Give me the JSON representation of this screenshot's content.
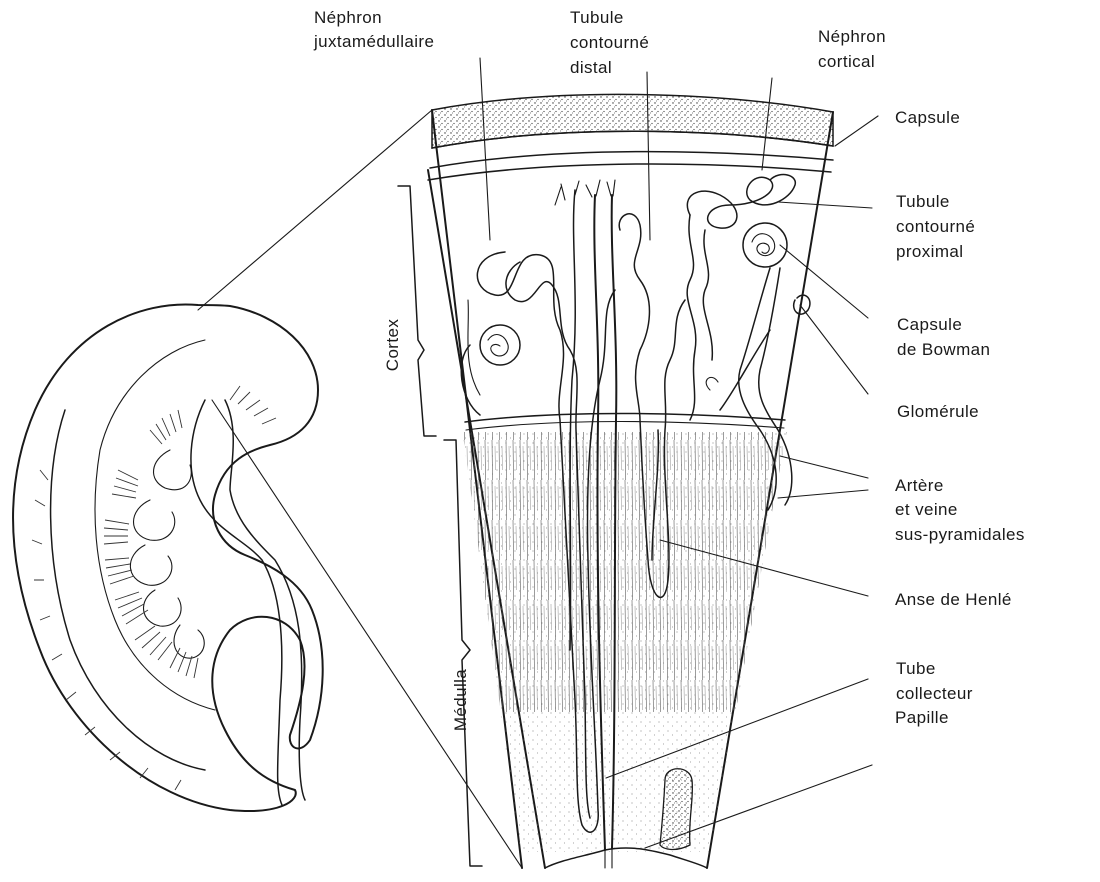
{
  "labels": {
    "nephron_juxta": [
      "Néphron",
      "juxtamédullaire"
    ],
    "tubule_distal": [
      "Tubule",
      "contourné",
      "distal"
    ],
    "nephron_cortical": [
      "Néphron",
      "cortical"
    ],
    "capsule": "Capsule",
    "tubule_proximal": [
      "Tubule",
      "contourné",
      "proximal"
    ],
    "capsule_bowman": [
      "Capsule",
      "de Bowman"
    ],
    "glomerule": "Glomérule",
    "artere_veine": [
      "Artère",
      "et veine",
      "sus-pyramidales"
    ],
    "anse_henle": "Anse de Henlé",
    "tube_collecteur": [
      "Tube",
      "collecteur"
    ],
    "papille": "Papille",
    "cortex": "Cortex",
    "medulla": "Médulla"
  },
  "colors": {
    "ink": "#1a1a1a",
    "background": "#ffffff"
  }
}
